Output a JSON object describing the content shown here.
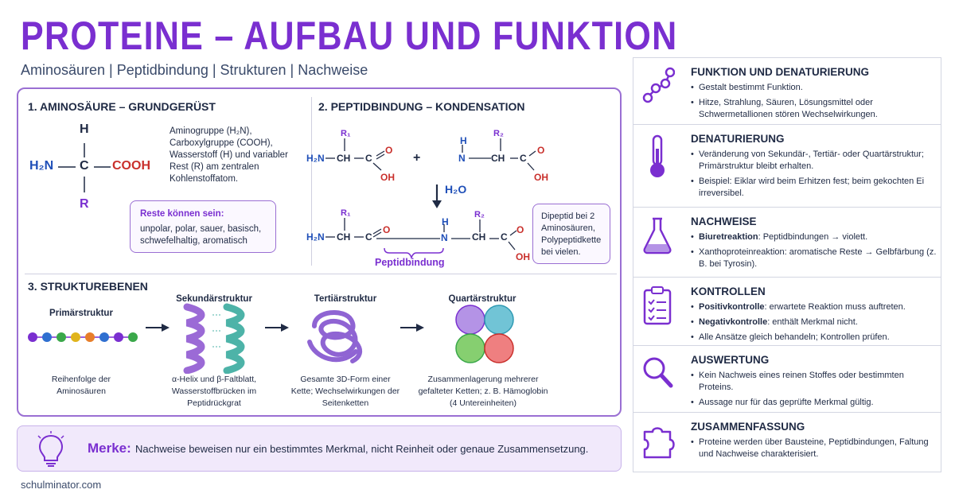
{
  "header": {
    "title": "PROTEINE – AUFBAU UND FUNKTION",
    "subtitle": "Aminosäuren | Peptidbindung | Strukturen | Nachweise"
  },
  "section1": {
    "heading": "1. AMINOSÄURE – GRUNDGERÜST",
    "h": "H",
    "amino": "H₂N",
    "c": "C",
    "carboxyl": "COOH",
    "r": "R",
    "description": "Aminogruppe (H₂N), Carboxylgruppe (COOH), Wasserstoff (H) und variabler Rest (R) am zentralen Kohlenstoffatom.",
    "box_title": "Reste können sein:",
    "box_text": "unpolar, polar, sauer, basisch, schwefelhaltig, aromatisch"
  },
  "section2": {
    "heading": "2. PEPTIDBINDUNG – KONDENSATION",
    "plus": "+",
    "water": "H₂O",
    "bond_label": "Peptidbindung",
    "box_text": "Dipeptid bei 2 Aminosäuren, Polypeptidkette bei vielen.",
    "mol1": {
      "nh": "H₂N",
      "ch": "CH",
      "c": "C",
      "o": "O",
      "oh": "OH",
      "r": "R₁"
    },
    "mol2": {
      "h": "H",
      "n": "N",
      "ch": "CH",
      "c": "C",
      "o": "O",
      "oh": "OH",
      "r": "R₂"
    },
    "product": {
      "nh": "H₂N",
      "ch1": "CH",
      "c1": "C",
      "o1": "O",
      "n": "N",
      "h": "H",
      "ch2": "CH",
      "c2": "C",
      "o2": "O",
      "oh": "OH",
      "r1": "R₁",
      "r2": "R₂"
    }
  },
  "section3": {
    "heading": "3. STRUKTUREBENEN",
    "stages": [
      {
        "title": "Primärstruktur",
        "desc": "Reihenfolge der Aminosäuren"
      },
      {
        "title": "Sekundärstruktur",
        "desc": "α-Helix und β-Faltblatt, Wasserstoffbrücken im Peptidrückgrat"
      },
      {
        "title": "Tertiärstruktur",
        "desc": "Gesamte 3D-Form einer Kette; Wechselwirkungen der Seitenketten"
      },
      {
        "title": "Quartärstruktur",
        "desc": "Zusammenlagerung mehrerer gefalteter Ketten; z. B. Hämoglobin (4 Untereinheiten)"
      }
    ]
  },
  "merke": {
    "label": "Merke:",
    "text": "Nachweise beweisen nur ein bestimmtes Merkmal, nicht Reinheit oder genaue Zusammensetzung."
  },
  "footer": "schulminator.com",
  "sidebar": {
    "funktion": {
      "title": "FUNKTION UND DENATURIERUNG",
      "items": [
        "Gestalt bestimmt Funktion.",
        "Hitze, Strahlung, Säuren, Lösungsmittel oder Schwermetallionen stören Wechselwirkungen."
      ]
    },
    "denaturierung": {
      "title": "DENATURIERUNG",
      "items": [
        "Veränderung von Sekundär-, Tertiär- oder Quartärstruktur; Primärstruktur bleibt erhalten.",
        "Beispiel: Eiklar wird beim Erhitzen fest; beim gekochten Ei irreversibel."
      ]
    },
    "nachweise": {
      "title": "NACHWEISE",
      "items": [
        {
          "bold": "Biuretreaktion",
          "text": ": Peptidbindungen → violett."
        },
        {
          "bold": "",
          "text": "Xanthoproteinreaktion: aromatische Reste → Gelbfärbung (z. B. bei Tyrosin)."
        }
      ]
    },
    "kontrollen": {
      "title": "KONTROLLEN",
      "items": [
        {
          "bold": "Positivkontrolle",
          "text": ": erwartete Reaktion muss auftreten."
        },
        {
          "bold": "Negativkontrolle",
          "text": ": enthält Merkmal nicht."
        },
        {
          "bold": "",
          "text": "Alle Ansätze gleich behandeln; Kontrollen prüfen."
        }
      ]
    },
    "auswertung": {
      "title": "AUSWERTUNG",
      "items": [
        "Kein Nachweis eines reinen Stoffes oder bestimmten Proteins.",
        "Aussage nur für das geprüfte Merkmal gültig."
      ]
    },
    "zusammenfassung": {
      "title": "ZUSAMMENFASSUNG",
      "items": [
        "Proteine werden über Bausteine, Peptidbindungen, Faltung und Nachweise charakterisiert."
      ]
    }
  }
}
